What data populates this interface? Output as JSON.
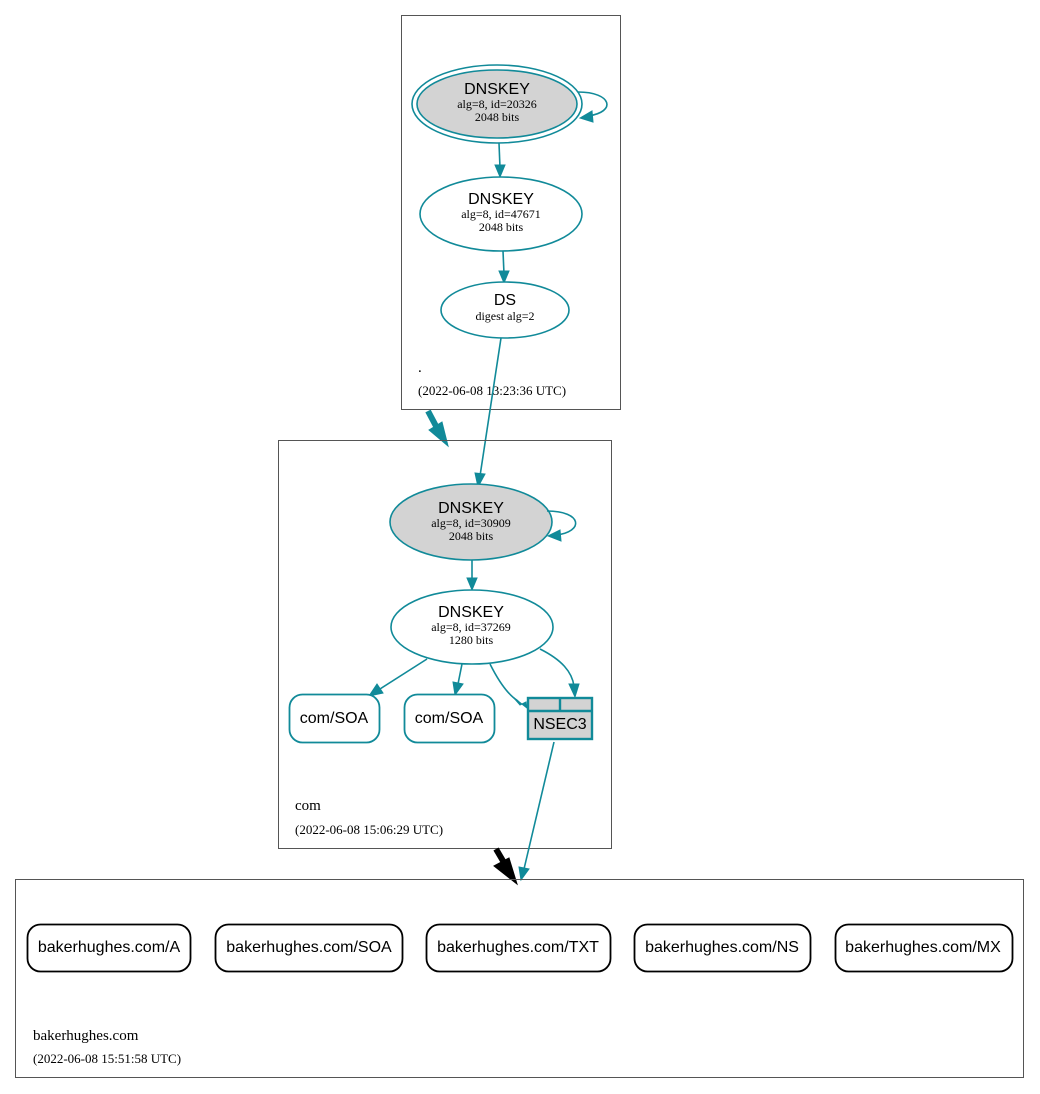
{
  "zones": {
    "root": {
      "name": ".",
      "timestamp": "(2022-06-08 13:23:36 UTC)"
    },
    "com": {
      "name": "com",
      "timestamp": "(2022-06-08 15:06:29 UTC)"
    },
    "bakerhughes": {
      "name": "bakerhughes.com",
      "timestamp": "(2022-06-08 15:51:58 UTC)"
    }
  },
  "nodes": {
    "root_ksk": {
      "type": "DNSKEY",
      "detail": "alg=8, id=20326",
      "bits": "2048 bits"
    },
    "root_zsk": {
      "type": "DNSKEY",
      "detail": "alg=8, id=47671",
      "bits": "2048 bits"
    },
    "root_ds": {
      "type": "DS",
      "detail": "digest alg=2"
    },
    "com_ksk": {
      "type": "DNSKEY",
      "detail": "alg=8, id=30909",
      "bits": "2048 bits"
    },
    "com_zsk": {
      "type": "DNSKEY",
      "detail": "alg=8, id=37269",
      "bits": "1280 bits"
    },
    "com_soa_1": {
      "label": "com/SOA"
    },
    "com_soa_2": {
      "label": "com/SOA"
    },
    "com_nsec3": {
      "label": "NSEC3"
    }
  },
  "records": [
    {
      "label": "bakerhughes.com/A"
    },
    {
      "label": "bakerhughes.com/SOA"
    },
    {
      "label": "bakerhughes.com/TXT"
    },
    {
      "label": "bakerhughes.com/NS"
    },
    {
      "label": "bakerhughes.com/MX"
    }
  ],
  "colors": {
    "secure_edge": "#118a99",
    "key_fill": "#d3d3d3",
    "insecure_delegation": "#000000"
  }
}
